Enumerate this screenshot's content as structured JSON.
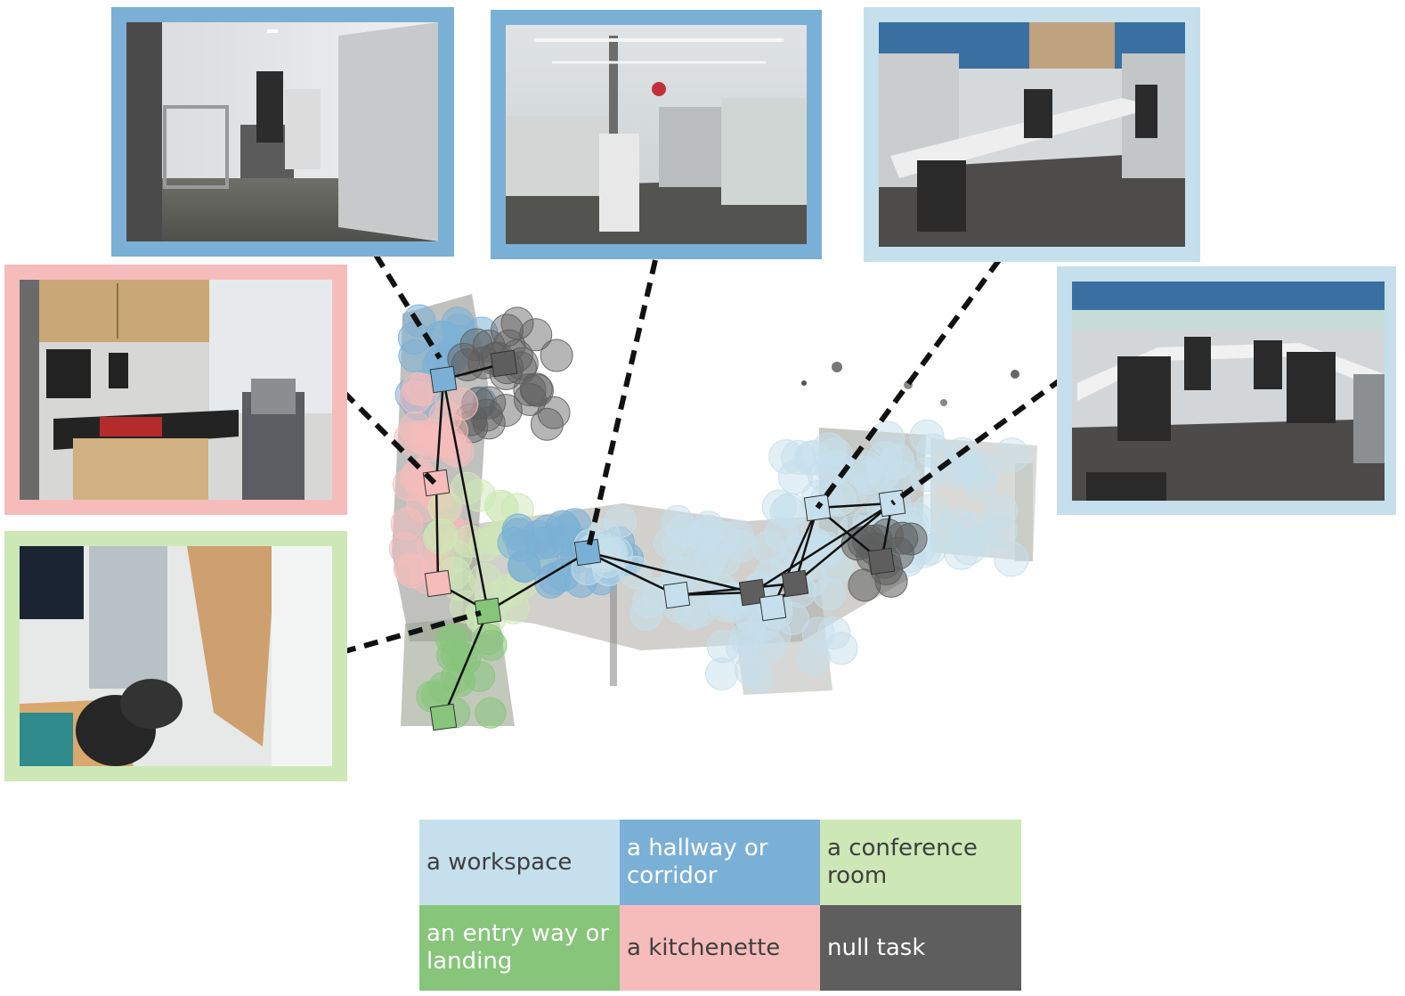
{
  "colors": {
    "workspace": "#c6dfec",
    "hallway": "#7bb0d6",
    "conference": "#cde8b6",
    "entry": "#86c57a",
    "kitchenette": "#f6bcbc",
    "null": "#5e5e5e",
    "graph_edge": "#111111",
    "leader_line": "#111111"
  },
  "legend": [
    {
      "label": "a workspace",
      "color": "#c6dfec",
      "text_color": "#3f3f3f"
    },
    {
      "label": "a hallway or corridor",
      "color": "#7bb0d6",
      "text_color": "#ffffff"
    },
    {
      "label": "a conference room",
      "color": "#cde8b6",
      "text_color": "#3f3f3f"
    },
    {
      "label": "an entry way or landing",
      "color": "#86c57a",
      "text_color": "#ffffff"
    },
    {
      "label": "a kitchenette",
      "color": "#f6bcbc",
      "text_color": "#3f3f3f"
    },
    {
      "label": "null task",
      "color": "#5e5e5e",
      "text_color": "#ffffff"
    }
  ],
  "photos": [
    {
      "name": "hallway-photo-1",
      "category": "hallway",
      "scene_icon": "corridor-with-cart-photo"
    },
    {
      "name": "hallway-photo-2",
      "category": "hallway",
      "scene_icon": "office-aisle-photo"
    },
    {
      "name": "workspace-photo-1",
      "category": "workspace",
      "scene_icon": "cubicle-area-photo"
    },
    {
      "name": "kitchenette-photo",
      "category": "kitchenette",
      "scene_icon": "kitchen-sink-photo"
    },
    {
      "name": "workspace-photo-2",
      "category": "workspace",
      "scene_icon": "open-desk-area-photo"
    },
    {
      "name": "conference-photo",
      "category": "conference",
      "scene_icon": "meeting-room-door-photo"
    }
  ]
}
